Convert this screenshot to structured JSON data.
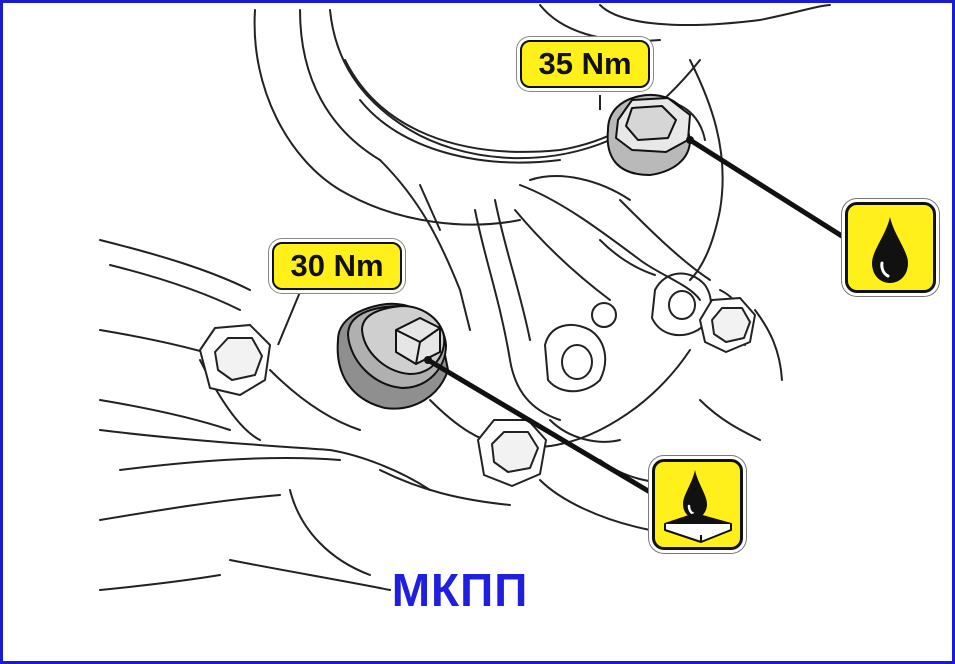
{
  "frame_color": "#1b1bd0",
  "label_color": "#ffef1a",
  "caption_color": "#1f1fe0",
  "labels": {
    "top_torque": "35 Nm",
    "bottom_torque": "30 Nm",
    "caption": "МКПП"
  },
  "icons": {
    "fill_plug": "oil-drop-icon",
    "drain_plug": "oil-drain-pan-icon"
  }
}
